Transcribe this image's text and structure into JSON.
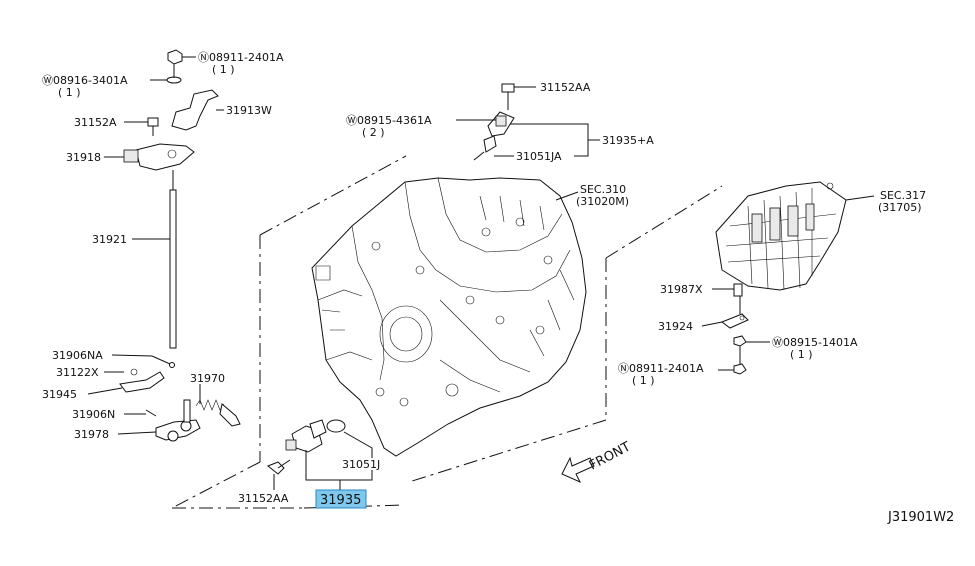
{
  "labels": {
    "l_08911_2401A_top": "Ⓝ08911-2401A",
    "l_08911_2401A_top_qty": "( 1 )",
    "l_08916_3401A": "Ⓦ08916-3401A",
    "l_08916_3401A_qty": "( 1 )",
    "l_31913W": "31913W",
    "l_31152A": "31152A",
    "l_31918": "31918",
    "l_31921": "31921",
    "l_31906NA": "31906NA",
    "l_31122X": "31122X",
    "l_31945": "31945",
    "l_31970": "31970",
    "l_31906N": "31906N",
    "l_31978": "31978",
    "l_31152AA_top": "31152AA",
    "l_08915_4361A": "Ⓦ08915-4361A",
    "l_08915_4361A_qty": "( 2 )",
    "l_31935A": "31935+A",
    "l_31051JA": "31051JA",
    "l_sec310": "SEC.310",
    "l_sec310_sub": "(31020M)",
    "l_sec317": "SEC.317",
    "l_sec317_sub": "(31705)",
    "l_31987X": "31987X",
    "l_31924": "31924",
    "l_08915_1401A": "Ⓦ08915-1401A",
    "l_08915_1401A_qty": "( 1 )",
    "l_08911_2401A_right": "Ⓝ08911-2401A",
    "l_08911_2401A_right_qty": "( 1 )",
    "l_31051J": "31051J",
    "l_31152AA_bottom": "31152AA",
    "l_31935_highlight": "31935",
    "l_front": "FRONT",
    "l_code": "J31901W2"
  },
  "colors": {
    "highlight_fill": "#7ec8ee",
    "line": "#111111"
  }
}
